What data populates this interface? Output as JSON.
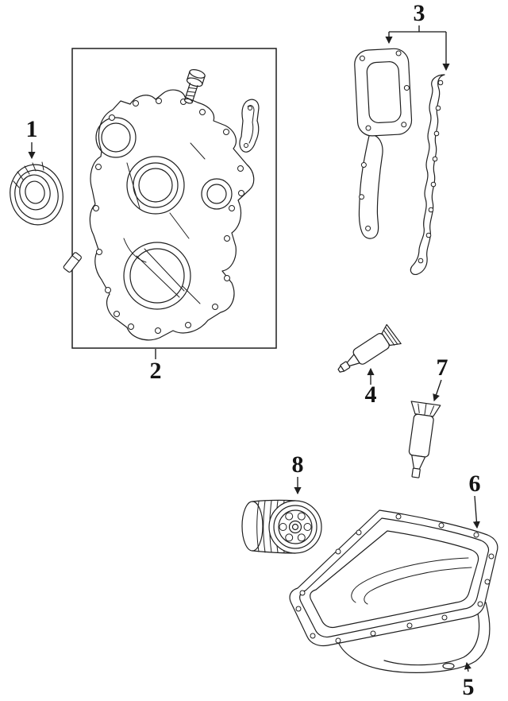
{
  "diagram": {
    "background": "#ffffff",
    "line_color": "#1f1f1f",
    "callouts": [
      {
        "label": "1"
      },
      {
        "label": "2"
      },
      {
        "label": "3"
      },
      {
        "label": "4"
      },
      {
        "label": "5"
      },
      {
        "label": "6"
      },
      {
        "label": "7"
      },
      {
        "label": "8"
      }
    ]
  }
}
